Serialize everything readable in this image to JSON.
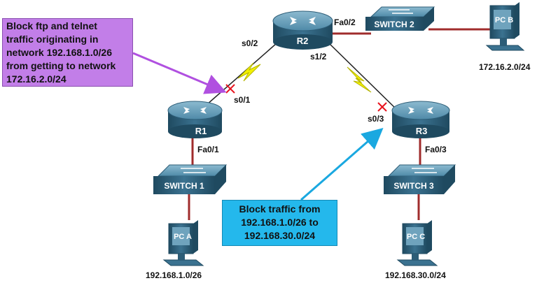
{
  "routers": {
    "r1": {
      "label": "R1"
    },
    "r2": {
      "label": "R2"
    },
    "r3": {
      "label": "R3"
    }
  },
  "switches": {
    "switch1": {
      "label": "SWITCH 1"
    },
    "switch2": {
      "label": "SWITCH 2"
    },
    "switch3": {
      "label": "SWITCH 3"
    }
  },
  "pcs": {
    "pc_a": {
      "label": "PC A",
      "network": "192.168.1.0/26"
    },
    "pc_b": {
      "label": "PC B",
      "network": "172.16.2.0/24"
    },
    "pc_c": {
      "label": "PC C",
      "network": "192.168.30.0/24"
    }
  },
  "interfaces": {
    "r2_s0_2": "s0/2",
    "r2_s1_2": "s1/2",
    "r2_fa0_2": "Fa0/2",
    "r1_s0_1": "s0/1",
    "r1_fa0_1": "Fa0/1",
    "r3_s0_3": "s0/3",
    "r3_fa0_3": "Fa0/3"
  },
  "callouts": {
    "ftp_telnet_block": {
      "lines": [
        "Block ftp and telnet",
        "traffic originating in",
        "network 192.168.1.0/26",
        "from getting to network",
        "172.16.2.0/24"
      ],
      "color": "#c27ee8"
    },
    "traffic_block": {
      "lines": [
        "Block traffic from",
        "192.168.1.0/26 to",
        "192.168.30.0/24"
      ],
      "color": "#24b8ec"
    }
  },
  "colors": {
    "device_body": "#2d5d77",
    "device_top": "#6fa3bd",
    "serial_link": "#f2f000",
    "ethernet_link": "#a02c2c",
    "acl_marker": "#e8141e"
  }
}
